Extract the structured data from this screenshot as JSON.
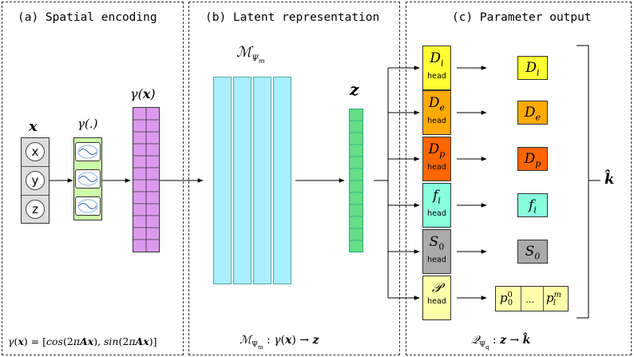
{
  "panels": {
    "spatial": {
      "title": "(a) Spatial encoding"
    },
    "latent": {
      "title": "(b) Latent representation"
    },
    "output": {
      "title": "(c) Parameter output"
    }
  },
  "spatial": {
    "input_label": "x",
    "coords": [
      "x",
      "y",
      "z"
    ],
    "encoder_label": "γ(.)",
    "encoded_label": "γ(x)",
    "formula": "γ(x) = [cos(2πAx), sin(2πAx)]"
  },
  "latent": {
    "network_label": "MΨm",
    "latent_label": "z",
    "mapping_formula": "MΨm : γ(x) → z"
  },
  "output": {
    "heads": [
      {
        "symbol": "Di",
        "tag": "head",
        "color": "#ffff33"
      },
      {
        "symbol": "De",
        "tag": "head",
        "color": "#ffaa00"
      },
      {
        "symbol": "Dp",
        "tag": "head",
        "color": "#ff6600"
      },
      {
        "symbol": "fi",
        "tag": "head",
        "color": "#88ffdd"
      },
      {
        "symbol": "S0",
        "tag": "head",
        "color": "#aaaaaa"
      },
      {
        "symbol": "P",
        "tag": "head",
        "color": "#ffffaa"
      }
    ],
    "outputs": [
      "Di",
      "De",
      "Dp",
      "fi",
      "S0",
      "p0^0 ... pl^m"
    ],
    "result_label": "k̂",
    "mapping_formula": "QΨq : z → k̂"
  },
  "colors": {
    "encoder_fill": "#ccffaa",
    "encoded_fill": "#dd99ee",
    "network_fill": "#aaeeff",
    "latent_fill": "#66dd88",
    "coord_fill": "#dddddd"
  }
}
